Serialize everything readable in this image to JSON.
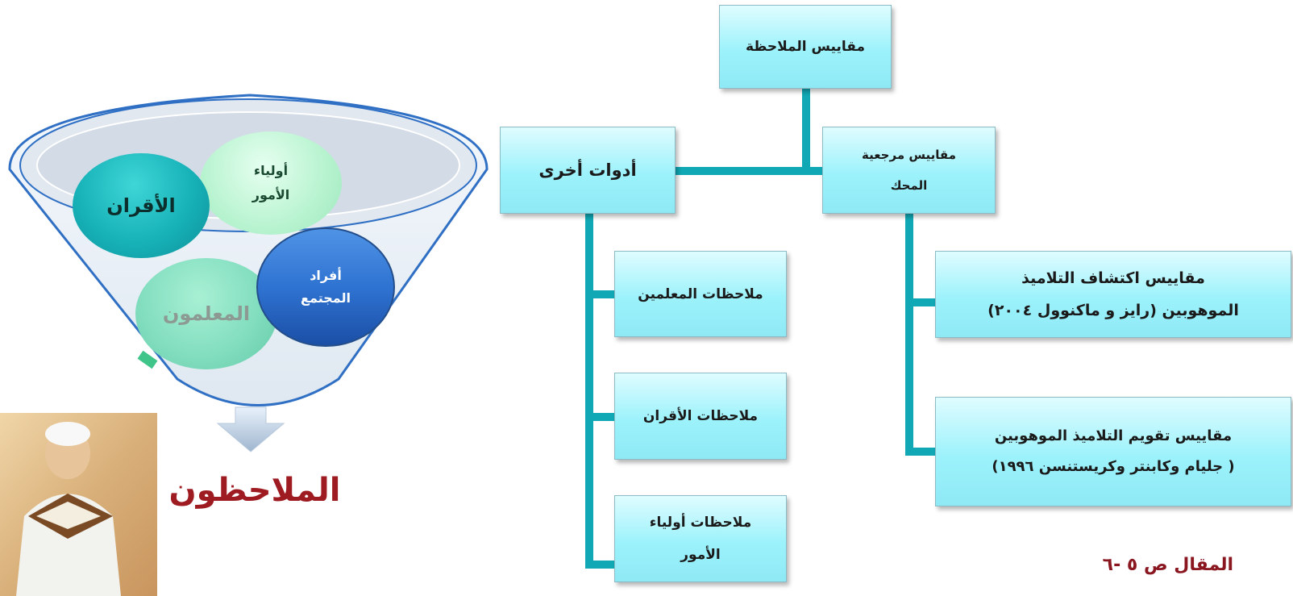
{
  "diagram": {
    "title": "مقاييس الملاحظة",
    "reference_scales_line1": "مقاييس مرجعية",
    "reference_scales_line2": "المحك",
    "other_tools": "أدوات  أخرى",
    "teacher_obs": "ملاحظات المعلمين",
    "peer_obs": "ملاحظات الأقران",
    "guardian_obs_line1": "ملاحظات أولياء",
    "guardian_obs_line2": "الأمور",
    "discovery_line1": "مقاييس اكتشاف التلاميذ",
    "discovery_line2": "الموهوبين (رايز و ماكنوول ٢٠٠٤)",
    "evaluation_line1": "مقاييس تقويم التلاميذ الموهوبين",
    "evaluation_line2": "( جليام وكابنتر وكريستنسن ١٩٩٦)"
  },
  "funnel": {
    "peers": "الأقران",
    "guardians_line1": "أولياء",
    "guardians_line2": "الأمور",
    "teachers": "المعلمون",
    "community_line1": "أفراد",
    "community_line2": "المجتمع",
    "observers": "الملاحظون"
  },
  "reference": "المقال ص ٥  -٦",
  "colors": {
    "box_fill": "#9cf2fb",
    "connector": "#10a8b4",
    "observers_text": "#9e1b22",
    "reference_text": "#8a1620"
  }
}
